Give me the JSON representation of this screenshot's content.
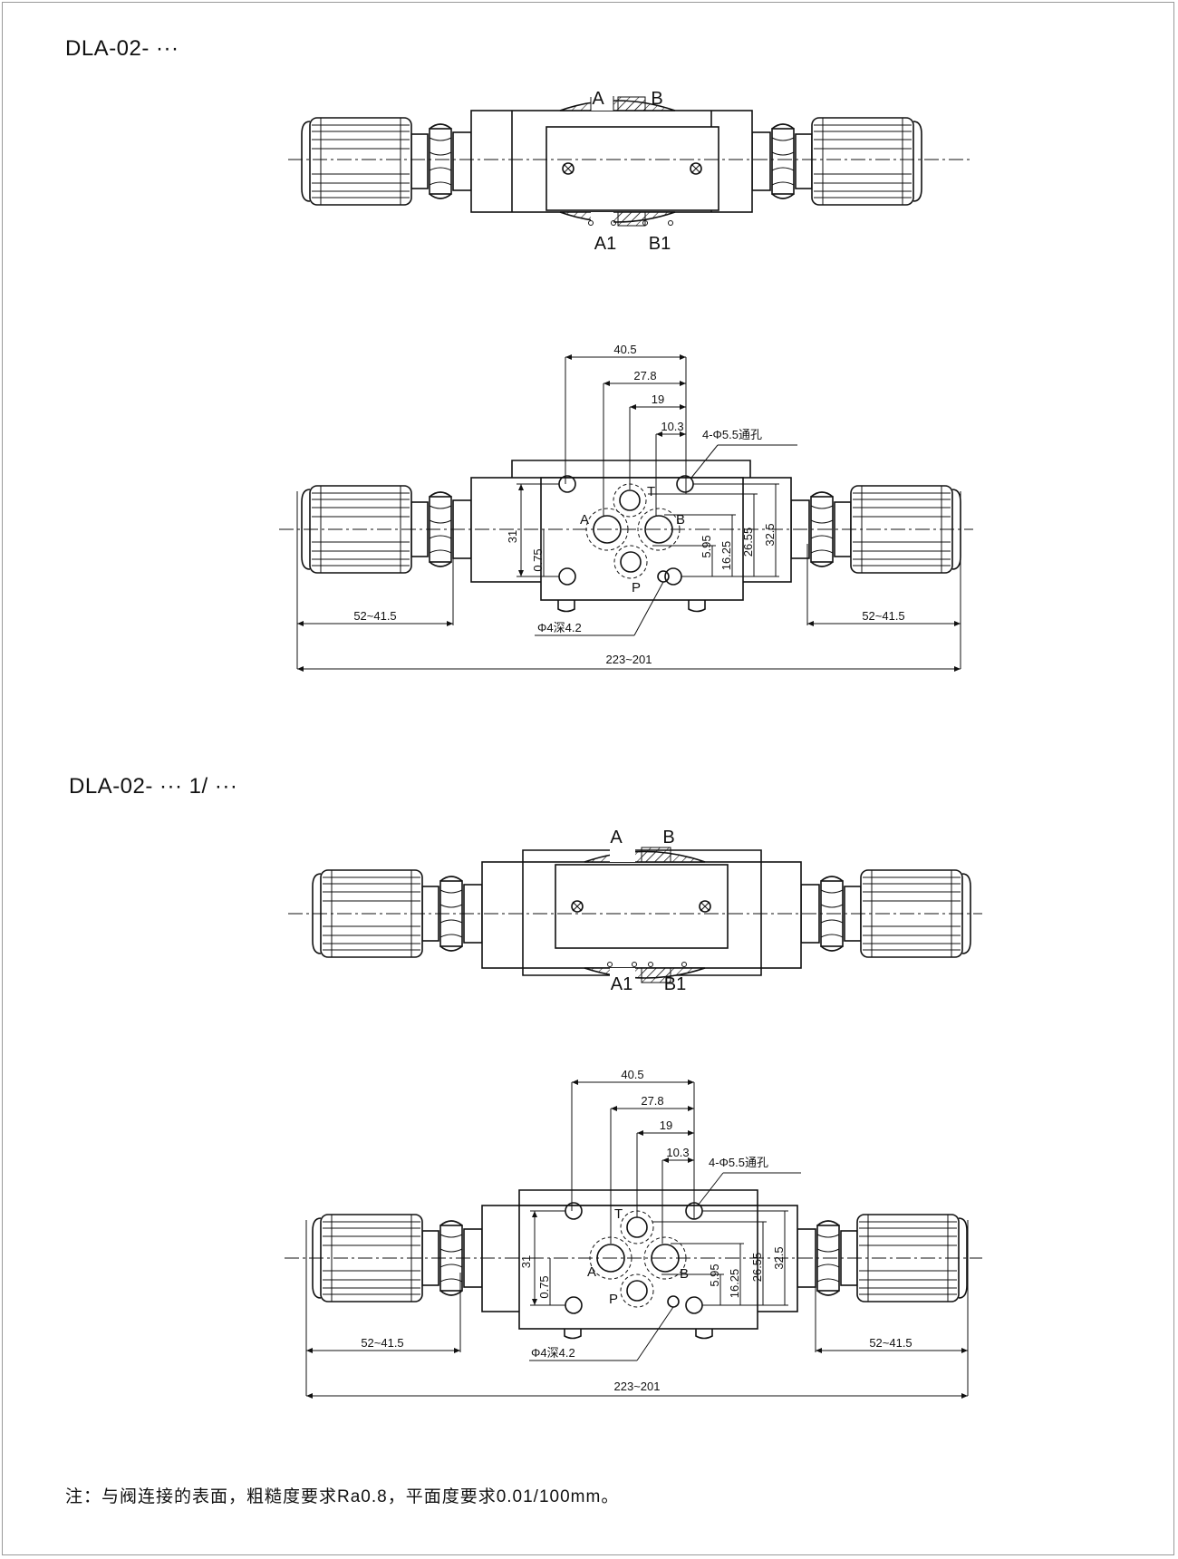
{
  "sections": [
    {
      "title": "DLA-02- ···",
      "top_ports": [
        "A",
        "B"
      ],
      "bottom_ports": [
        "A1",
        "B1"
      ],
      "dims": {
        "d1": "40.5",
        "d2": "27.8",
        "d3": "19",
        "d4": "10.3",
        "holes": "4-Φ5.5通孔",
        "v31": "31",
        "v075": "0.75",
        "v595": "5.95",
        "v1625": "16.25",
        "v2655": "26.55",
        "v325": "32.5",
        "pin": "Φ4深4.2",
        "left": "52~41.5",
        "right": "52~41.5",
        "total": "223~201"
      },
      "face_ports": {
        "a": "A",
        "b": "B",
        "t": "T",
        "p": "P"
      }
    },
    {
      "title": "DLA-02- ··· 1/ ···",
      "top_ports": [
        "A",
        "B"
      ],
      "bottom_ports": [
        "A1",
        "B1"
      ],
      "dims": {
        "d1": "40.5",
        "d2": "27.8",
        "d3": "19",
        "d4": "10.3",
        "holes": "4-Φ5.5通孔",
        "v31": "31",
        "v075": "0.75",
        "v595": "5.95",
        "v1625": "16.25",
        "v2655": "26.55",
        "v325": "32.5",
        "pin": "Φ4深4.2",
        "left": "52~41.5",
        "right": "52~41.5",
        "total": "223~201"
      },
      "face_ports": {
        "a": "A",
        "b": "B",
        "t": "T",
        "p": "P"
      }
    }
  ],
  "note": "注：与阀连接的表面，粗糙度要求Ra0.8，平面度要求0.01/100mm。"
}
